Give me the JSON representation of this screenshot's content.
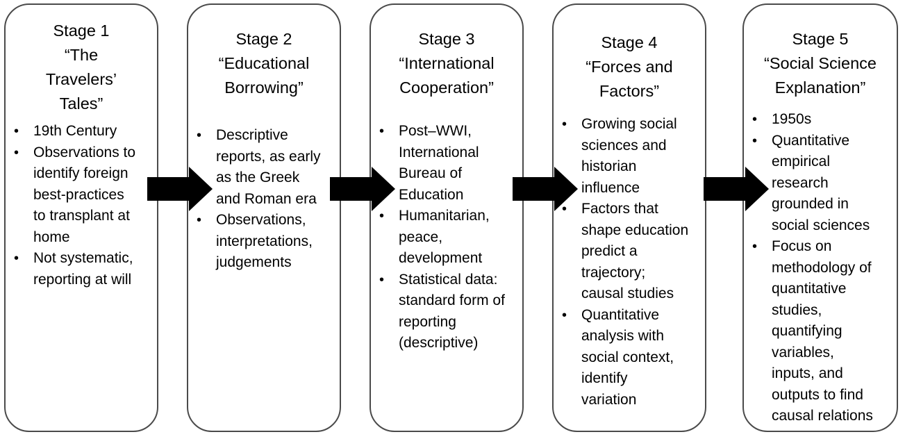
{
  "stages": [
    {
      "title": [
        "Stage 1",
        "“The",
        "Travelers’",
        "Tales”"
      ],
      "bullets": [
        [
          "19th Century"
        ],
        [
          "Observations to",
          "identify foreign",
          "best-practices",
          "to transplant at",
          "home"
        ],
        [
          "Not systematic,",
          "reporting at will"
        ]
      ]
    },
    {
      "title": [
        "Stage 2",
        "“Educational",
        "Borrowing”"
      ],
      "bullets": [
        [
          "Descriptive",
          "reports, as early",
          "as  the Greek",
          "and Roman era"
        ],
        [
          "Observations,",
          "interpretations,",
          "judgements"
        ]
      ]
    },
    {
      "title": [
        "Stage 3",
        "“International",
        "Cooperation”"
      ],
      "bullets": [
        [
          "Post–WWI,",
          "International",
          "Bureau of",
          "Education"
        ],
        [
          "Humanitarian,",
          "peace,",
          "development"
        ],
        [
          "Statistical data:",
          "standard form of",
          "reporting",
          "(descriptive)"
        ]
      ]
    },
    {
      "title": [
        "Stage 4",
        "“Forces and",
        "Factors”"
      ],
      "bullets": [
        [
          "Growing social",
          "sciences and",
          "historian",
          "influence"
        ],
        [
          "Factors that",
          "shape education",
          "predict a",
          "trajectory;",
          "causal studies"
        ],
        [
          "Quantitative",
          "analysis with",
          "social context,",
          "identify",
          "variation"
        ]
      ]
    },
    {
      "title": [
        "Stage 5",
        "“Social Science",
        "Explanation”"
      ],
      "bullets": [
        [
          "1950s"
        ],
        [
          "Quantitative",
          "empirical",
          "research",
          "grounded in",
          "social sciences"
        ],
        [
          "Focus on",
          "methodology of",
          "quantitative",
          "studies,",
          "quantifying",
          "variables,",
          "inputs, and",
          "outputs to find",
          "causal relations"
        ]
      ]
    }
  ]
}
